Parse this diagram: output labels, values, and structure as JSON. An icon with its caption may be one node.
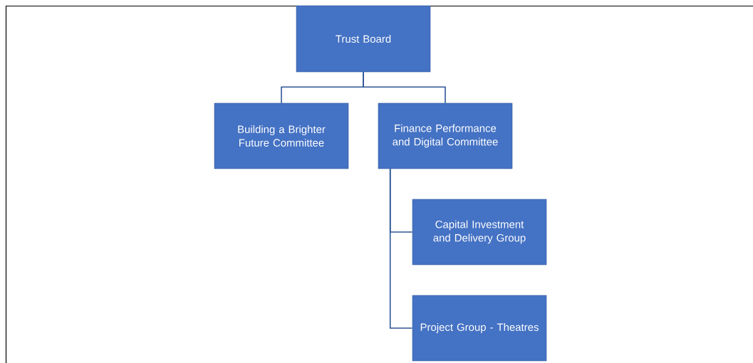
{
  "diagram": {
    "nodes": [
      {
        "text": [
          "Trust Board"
        ]
      },
      {
        "text": [
          "Building a Brighter Future Committee"
        ]
      },
      {
        "text": [
          "Finance Performance and Digital Committee"
        ]
      },
      {
        "text": [
          "Capital Investment and Delivery Group"
        ]
      },
      {
        "text": [
          "Project Group - Theatres"
        ]
      }
    ],
    "edges": [
      {
        "from": 0,
        "to": 1,
        "arrow": "none"
      },
      {
        "from": 0,
        "to": 2,
        "arrow": "none"
      },
      {
        "from": 2,
        "to": 3,
        "arrow": "none"
      },
      {
        "from": 2,
        "to": 4,
        "arrow": "none"
      }
    ]
  }
}
